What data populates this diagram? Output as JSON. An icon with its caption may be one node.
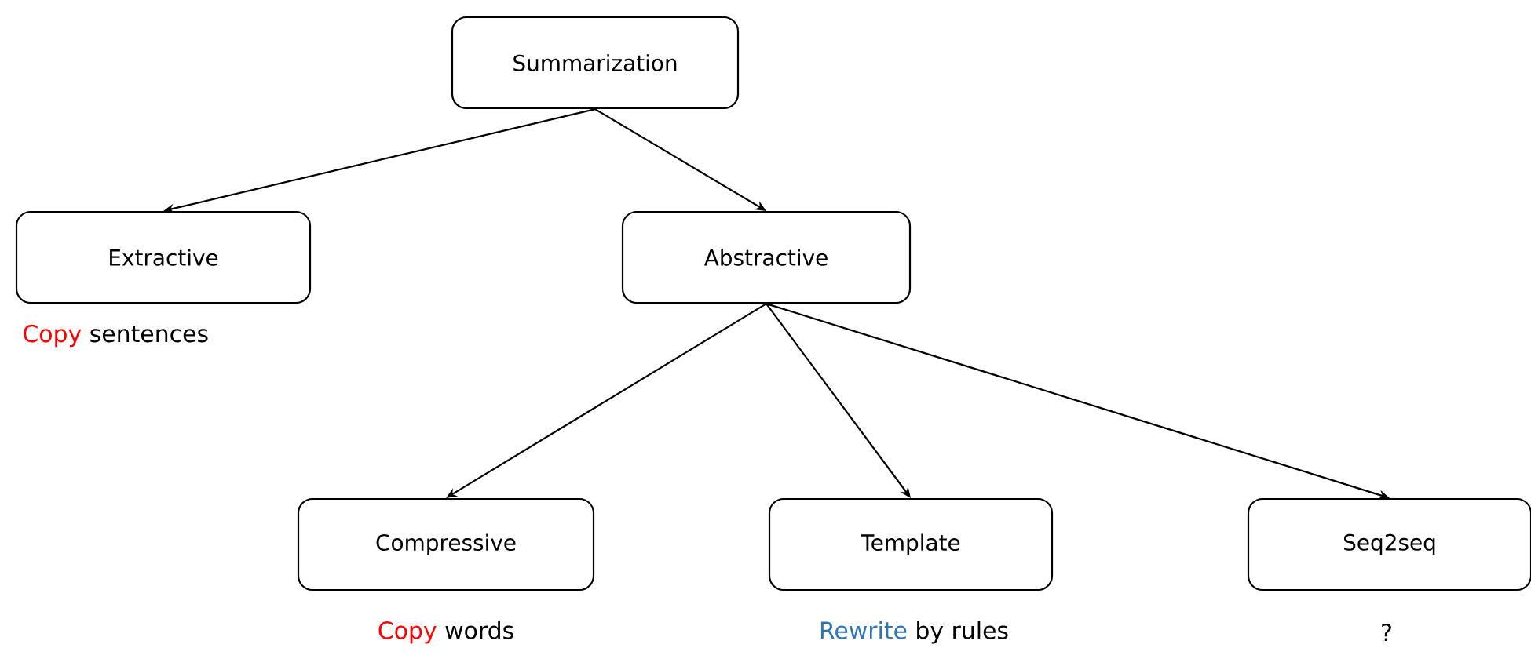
{
  "diagram": {
    "nodes": [
      {
        "text": [
          "Summarization"
        ]
      },
      {
        "text": [
          "Extractive"
        ],
        "beside": [
          "Copy",
          "sentences"
        ]
      },
      {
        "text": [
          "Abstractive"
        ]
      },
      {
        "text": [
          "Compressive"
        ],
        "beside": [
          "Copy",
          "words"
        ]
      },
      {
        "text": [
          "Template"
        ],
        "beside": [
          "Rewrite",
          "by rules"
        ]
      },
      {
        "text": [
          "Seq2seq"
        ],
        "beside": [
          "?"
        ]
      }
    ],
    "edges": [
      {
        "from": 0,
        "to": 1,
        "arrow": "to"
      },
      {
        "from": 0,
        "to": 2,
        "arrow": "to"
      },
      {
        "from": 2,
        "to": 3,
        "arrow": "to"
      },
      {
        "from": 2,
        "to": 4,
        "arrow": "to"
      },
      {
        "from": 2,
        "to": 5,
        "arrow": "to"
      }
    ]
  }
}
